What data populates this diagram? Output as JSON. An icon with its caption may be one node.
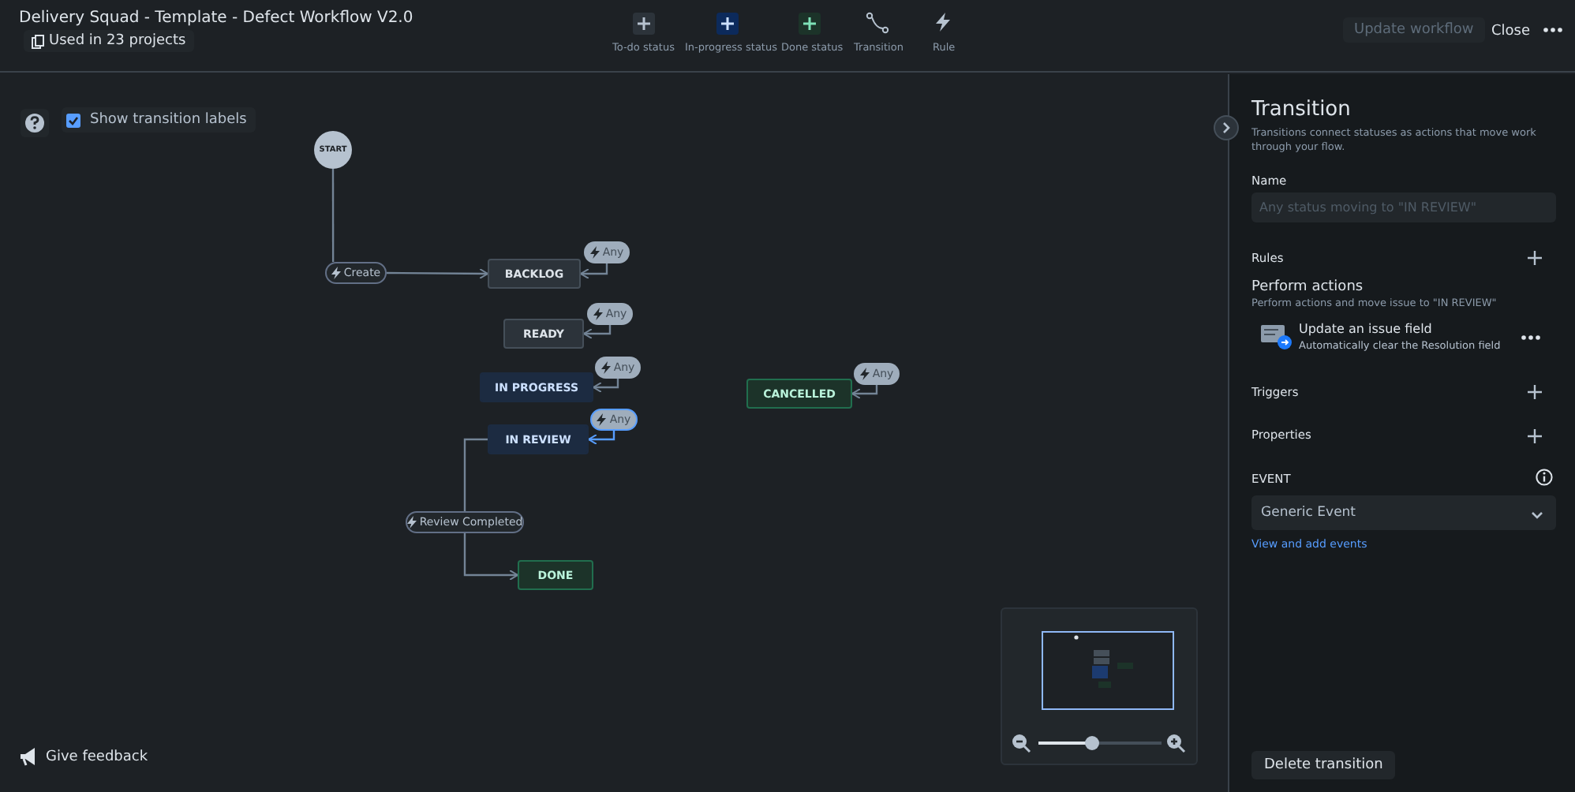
{
  "diagram": {
    "title": "Delivery Squad - Template - Defect Workflow V2.0",
    "nodes": [
      {
        "text": [
          "START"
        ]
      },
      {
        "text": [
          "Create"
        ]
      },
      {
        "text": [
          "BACKLOG"
        ]
      },
      {
        "text": [
          "Any"
        ]
      },
      {
        "text": [
          "READY"
        ]
      },
      {
        "text": [
          "Any"
        ]
      },
      {
        "text": [
          "IN PROGRESS"
        ]
      },
      {
        "text": [
          "Any"
        ]
      },
      {
        "text": [
          "IN REVIEW"
        ]
      },
      {
        "text": [
          "Any"
        ]
      },
      {
        "text": [
          "CANCELLED"
        ]
      },
      {
        "text": [
          "Any"
        ]
      },
      {
        "text": [
          "Review Completed"
        ]
      },
      {
        "text": [
          "DONE"
        ]
      }
    ],
    "edges": [
      {
        "from": 0,
        "to": 1,
        "arrow": "none"
      },
      {
        "from": 1,
        "to": 2,
        "arrow": "to"
      },
      {
        "from": 3,
        "to": 2,
        "arrow": "to"
      },
      {
        "from": 5,
        "to": 4,
        "arrow": "to"
      },
      {
        "from": 7,
        "to": 6,
        "arrow": "to"
      },
      {
        "from": 9,
        "to": 8,
        "arrow": "to",
        "color": "#579dff"
      },
      {
        "from": 11,
        "to": 10,
        "arrow": "to"
      },
      {
        "from": 8,
        "to": 12,
        "arrow": "none"
      },
      {
        "from": 12,
        "to": 13,
        "arrow": "to"
      }
    ],
    "labels": [
      "Used in 23 projects",
      "To-do status",
      "In-progress status",
      "Done status",
      "Transition",
      "Rule",
      "Update workflow",
      "Close",
      "Show transition labels",
      "Transition",
      "Transitions connect statuses as actions that move work through your flow.",
      "Name",
      "Any status moving to \"IN REVIEW\"",
      "Rules",
      "Perform actions",
      "Perform actions and move issue to \"IN REVIEW\"",
      "Update an issue field",
      "Automatically clear the Resolution field",
      "Triggers",
      "Properties",
      "EVENT",
      "Generic Event",
      "View and add events",
      "Give feedback",
      "Delete transition"
    ]
  }
}
